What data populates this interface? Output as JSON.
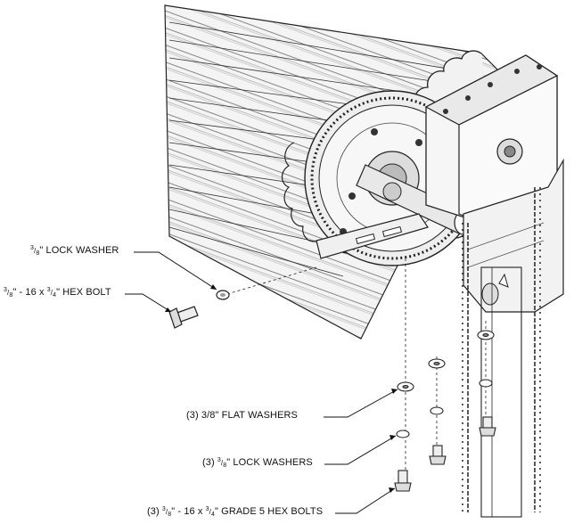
{
  "labels": {
    "lock_washer": {
      "num": "3",
      "den": "8",
      "text": "\" LOCK WASHER"
    },
    "hex_bolt": {
      "num": "3",
      "den": "8",
      "text1": "\" - 16 x ",
      "num2": "3",
      "den2": "4",
      "text2": "\" HEX BOLT"
    },
    "flat_washers": "(3) 3/8\" FLAT WASHERS",
    "lock_washers3": {
      "prefix": "(3) ",
      "num": "3",
      "den": "8",
      "text": "\" LOCK WASHERS"
    },
    "grade5_bolts": {
      "prefix": "(3) ",
      "num": "3",
      "den": "8",
      "text1": "\" - 16 x ",
      "num2": "3",
      "den2": "4",
      "text2": "\" GRADE 5 HEX BOLTS"
    }
  }
}
